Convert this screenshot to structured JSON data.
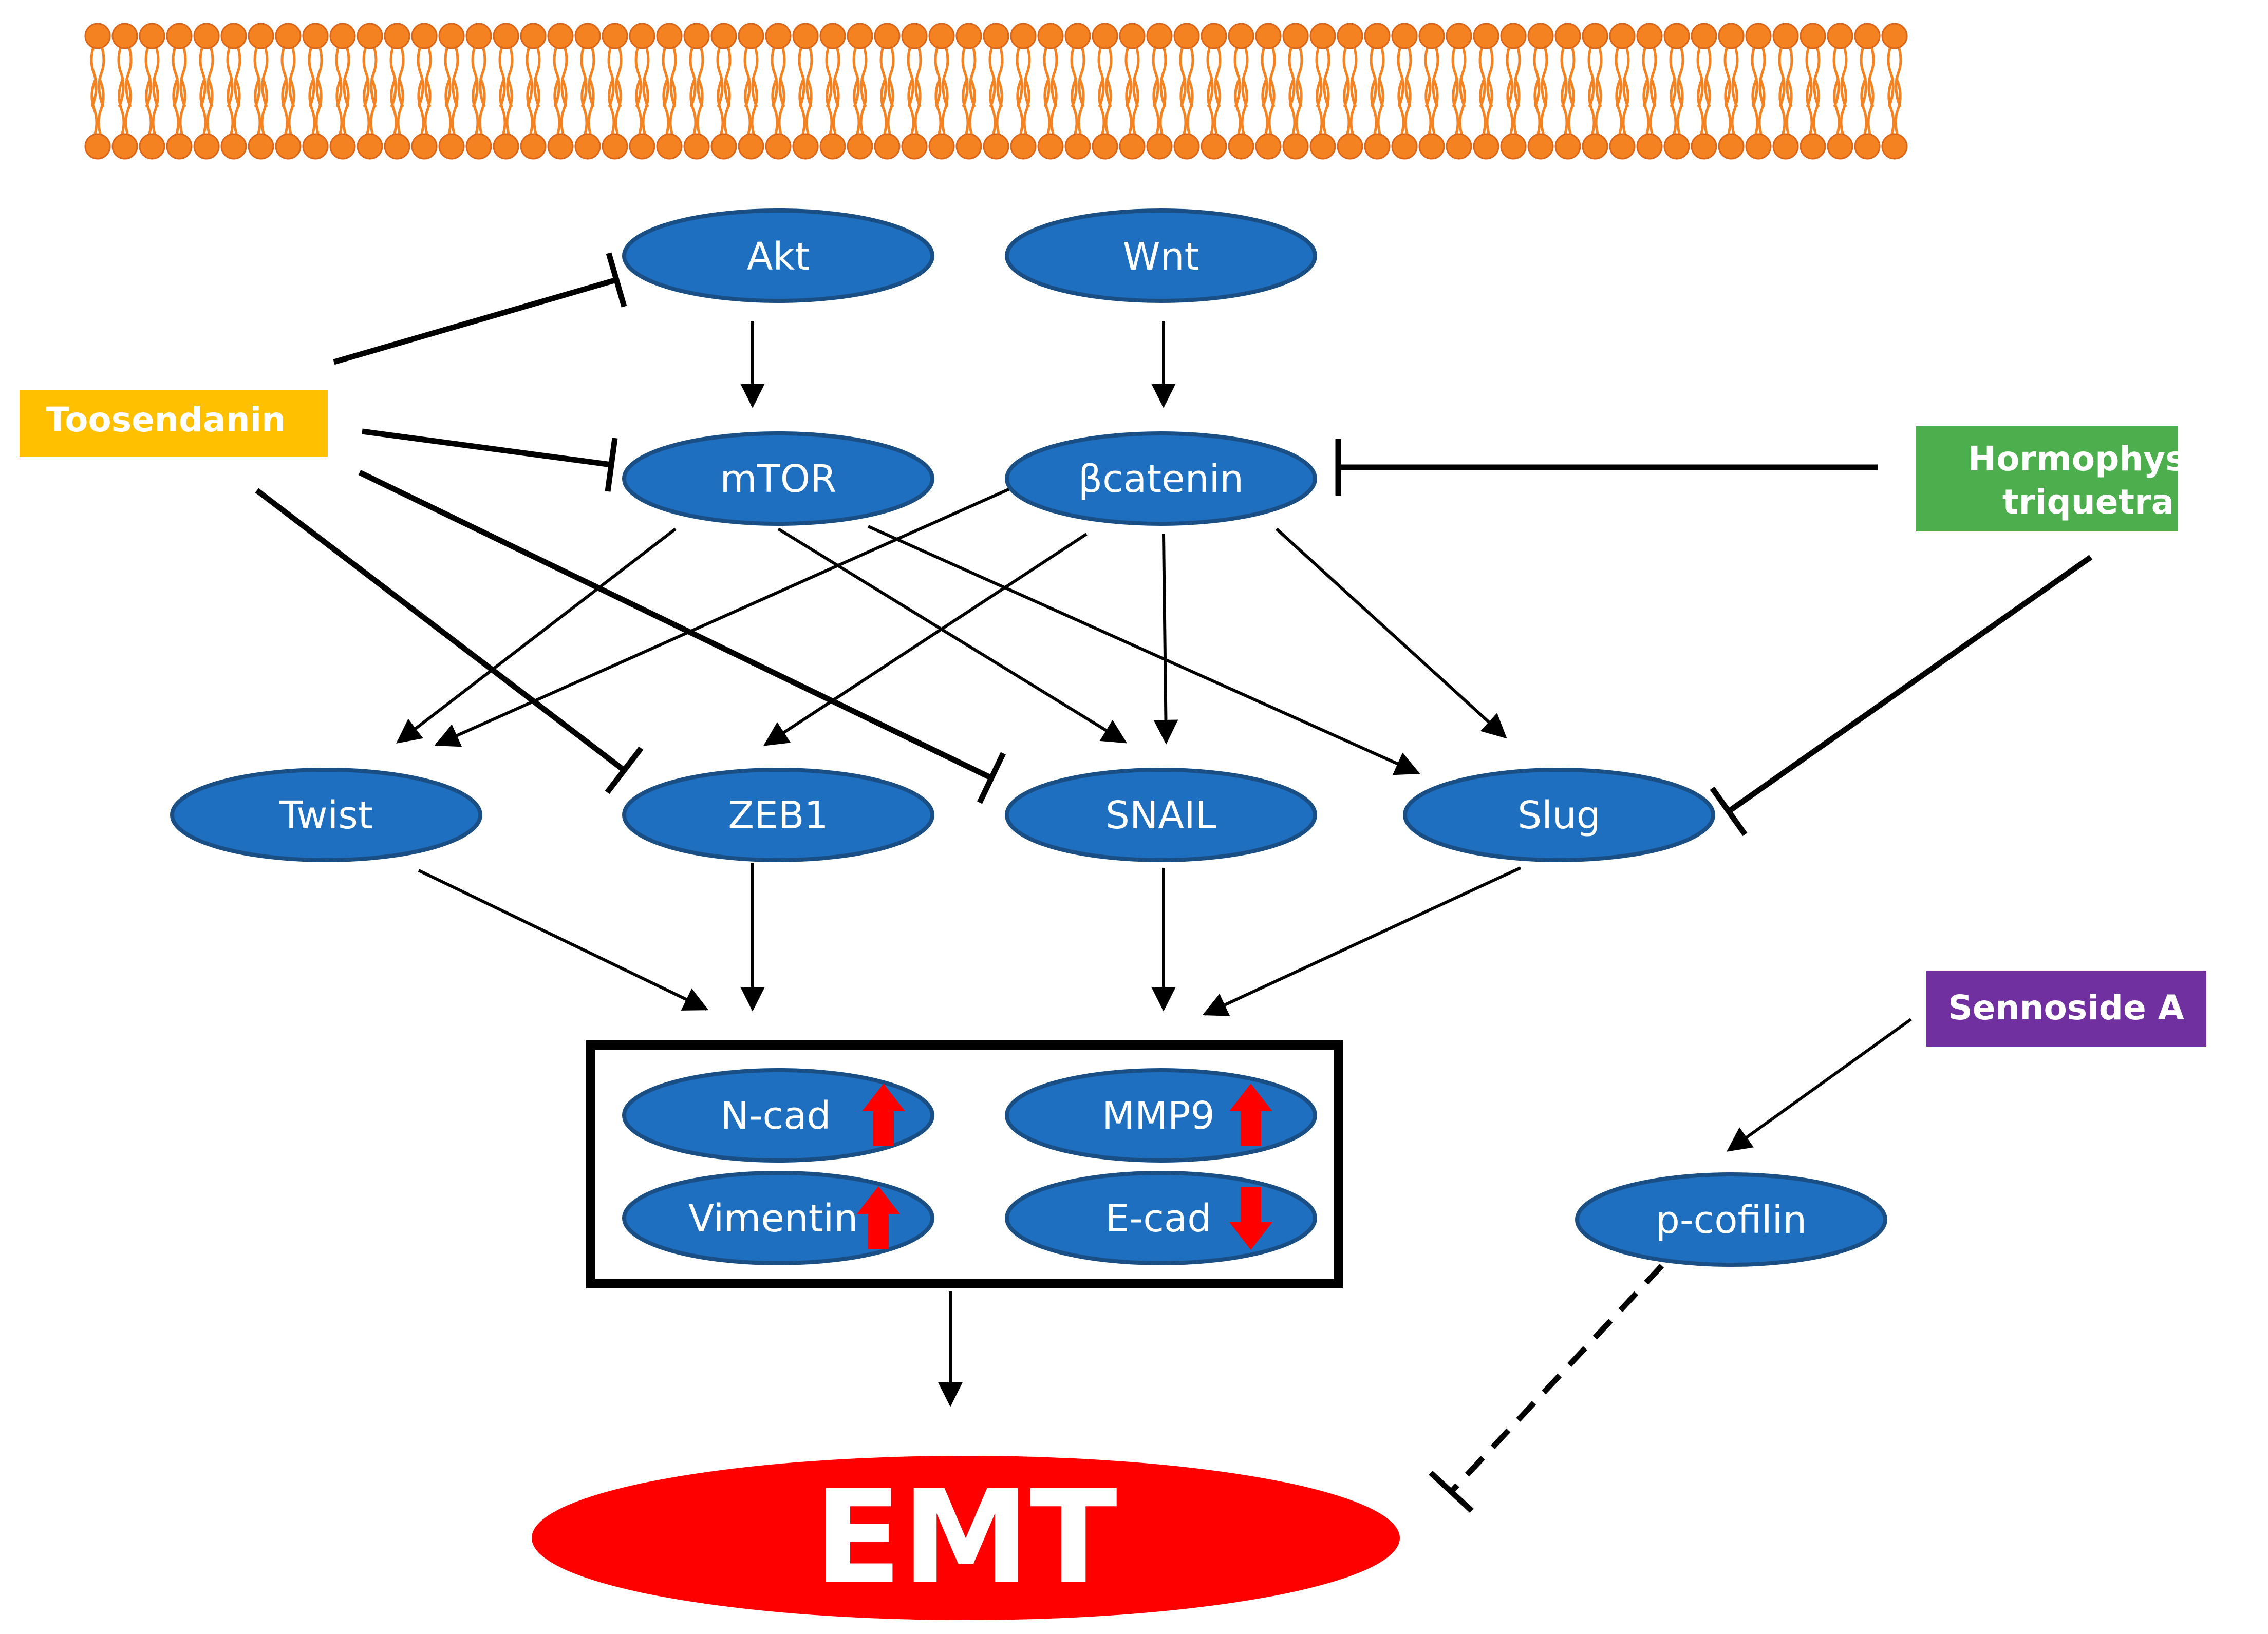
{
  "colors": {
    "node_fill": "#1f6fc1",
    "node_stroke": "#1a4f86",
    "membrane": "#f58220",
    "toosendanin": "#ffc000",
    "hormophysa": "#4cae4c",
    "sennoside": "#7030a0",
    "emt": "#ff0000",
    "arrow_up_down": "#ff0000"
  },
  "nodes": {
    "akt": "Akt",
    "wnt": "Wnt",
    "mtor": "mTOR",
    "bcatenin": "βcatenin",
    "twist": "Twist",
    "zeb1": "ZEB1",
    "snail": "SNAIL",
    "slug": "Slug",
    "ncad": "N-cad",
    "mmp9": "MMP9",
    "vimentin": "Vimentin",
    "ecad": "E-cad",
    "pcofilin": "p-cofilin",
    "emt": "EMT"
  },
  "markers": {
    "ncad": "up",
    "mmp9": "up",
    "vimentin": "up",
    "ecad": "down"
  },
  "compounds": {
    "toosendanin": "Toosendanin",
    "hormophysa_line1": "Hormophysa",
    "hormophysa_line2": "triquetra",
    "sennoside": "Sennoside A"
  }
}
